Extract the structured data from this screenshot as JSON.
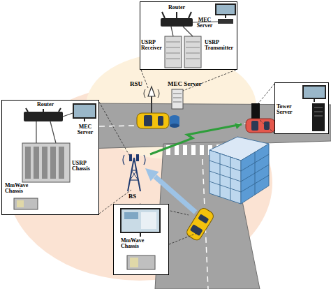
{
  "diagram": {
    "nodes": [
      {
        "text": [
          "Router",
          "MEC Server",
          "USRP Receiver",
          "USRP Transmitter"
        ]
      },
      {
        "text": [
          "Tower Server"
        ]
      },
      {
        "text": [
          "Router",
          "MEC Server",
          "USRP Chassis",
          "MmWave Chassis"
        ]
      },
      {
        "text": [
          "MmWave Chassis"
        ]
      }
    ],
    "labels": [
      "RSU",
      "MEC Server",
      "BS"
    ]
  }
}
